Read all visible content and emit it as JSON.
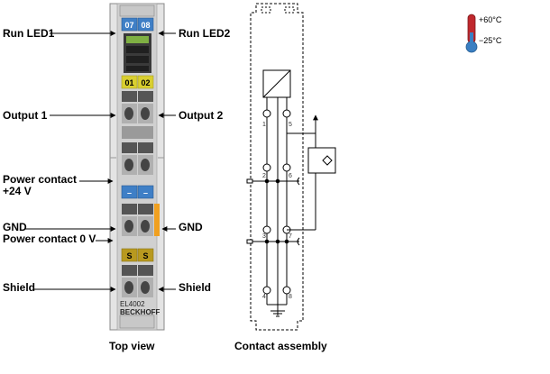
{
  "labels_left": {
    "run_led1": "Run LED1",
    "output1": "Output 1",
    "power_contact_24v_line1": "Power contact",
    "power_contact_24v_line2": "+24 V",
    "gnd": "GND",
    "power_contact_0v": "Power contact 0 V",
    "shield": "Shield"
  },
  "labels_right": {
    "run_led2": "Run LED2",
    "output2": "Output 2",
    "gnd": "GND",
    "shield": "Shield"
  },
  "terminal": {
    "led_top": [
      "07",
      "08"
    ],
    "led_status": [
      "01",
      "02"
    ],
    "power_markers": [
      "–",
      "–"
    ],
    "shield_markers": [
      "S",
      "S"
    ],
    "model": "EL4002",
    "brand": "BECKHOFF",
    "contact_numbers_left": [
      "1",
      "2",
      "3",
      "4"
    ],
    "contact_numbers_right": [
      "5",
      "6",
      "7",
      "8"
    ]
  },
  "temperature": {
    "max": "+60°C",
    "min": "−25°C"
  },
  "captions": {
    "top_view": "Top view",
    "contact_assembly": "Contact assembly"
  },
  "colors": {
    "led_blue": "#3f7fc6",
    "status_yellow": "#d9cf30",
    "shield_ochre": "#b8991f",
    "gnd_orange": "#f0a020",
    "housing": "#dcdcdc"
  }
}
